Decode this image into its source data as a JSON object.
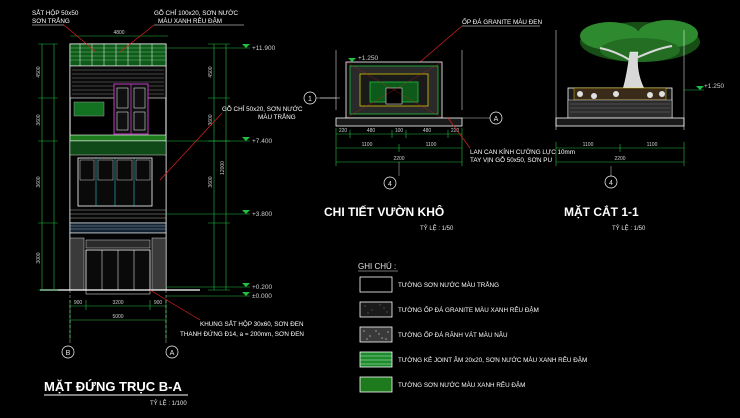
{
  "colors": {
    "background": "#000000",
    "outline": "#ffffff",
    "accent_green": "#1fbf3a",
    "leader_red": "#e02020",
    "dimension_green": "#20c040",
    "cyan": "#29c6d6",
    "magenta": "#c33bc3",
    "yellow": "#d8c400"
  },
  "elevation": {
    "title": "MẶT ĐỨNG TRỤC B-A",
    "scale": "TỶ LỆ : 1/100",
    "level_labels": [
      "+11.900",
      "+7.400",
      "+3.800",
      "+0.200",
      "±0.000"
    ],
    "annotations": {
      "box_steel": "SẮT HỘP 50x50",
      "box_steel_paint": "SƠN TRẮNG",
      "wood_strip": "GỖ CHỈ 100x20, SƠN NƯỚC",
      "wood_strip_paint": "MÀU XANH RÊU ĐẬM",
      "wood_strip2": "GỖ CHỈ 50x20, SƠN NƯỚC",
      "wood_strip2_paint": "MÀU TRẮNG",
      "frame": "KHUNG SẮT HỘP 30x60, SƠN ĐEN",
      "bars": "THANH ĐỨNG  Đ14, a = 200mm, SƠN ĐEN"
    },
    "dims_top": [
      "4800"
    ],
    "dims_bottom": [
      "900",
      "3200",
      "900",
      "5000"
    ],
    "dims_left": [
      "4500",
      "3600",
      "3600",
      "3000"
    ],
    "dims_right": [
      "4500",
      "3600",
      "3600",
      "12000"
    ],
    "axis_left": "B",
    "axis_right": "A"
  },
  "garden": {
    "title": "CHI TIẾT VƯỜN KHÔ",
    "scale": "TỶ LỆ : 1/50",
    "top_note": "ỐP ĐÁ GRANITE MÀU ĐEN",
    "level": "+1.250",
    "axis_left": "1",
    "axis_right": "A",
    "axis_bottom": "4",
    "railing": "LAN CAN KÍNH CƯỜNG LỰC 10mm",
    "handrail": "TAY VỊN GỖ 50x50, SƠN PU",
    "dims_row1": [
      "220",
      "480",
      "100",
      "480",
      "220"
    ],
    "dims_row2": [
      "1100",
      "1100"
    ],
    "dims_row3": [
      "2200"
    ]
  },
  "section": {
    "title": "MẶT CẮT 1-1",
    "scale": "TỶ LỆ : 1/50",
    "level": "+1.250",
    "axis_bottom": "4",
    "dims_row1": [
      "1100",
      "1100"
    ],
    "dims_row2": [
      "2200"
    ]
  },
  "legend": {
    "title": "GHI CHÚ :",
    "items": [
      {
        "label": "TƯỜNG SƠN NƯỚC MÀU TRẮNG",
        "fill": "#000000"
      },
      {
        "label": "TƯỜNG ỐP ĐÁ GRANITE MÀU XANH RÊU ĐẬM",
        "fill": "#1a1a1a"
      },
      {
        "label": "TƯỜNG ỐP ĐÁ RÃNH VÁT MÀU NÂU",
        "fill": "#3a3a3a"
      },
      {
        "label": "TƯỜNG KẺ JOINT ÂM 20x20, SƠN NƯỚC MÀU XANH RÊU ĐẬM",
        "fill": "#1e8a2e"
      },
      {
        "label": "TƯỜNG SƠN NƯỚC MÀU XANH RÊU ĐẬM",
        "fill": "#1d7a1d"
      }
    ]
  }
}
